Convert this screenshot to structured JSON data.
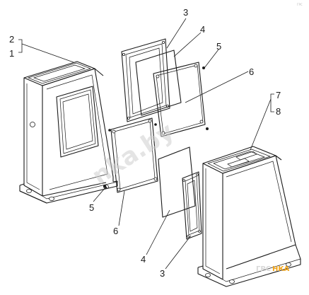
{
  "labels": {
    "l3_top": "3",
    "l4_top": "4",
    "l5_top": "5",
    "l6_top": "6",
    "l2": "2",
    "l1": "1",
    "l7": "7",
    "l8": "8",
    "l5_bottom": "5",
    "l6_bottom": "6",
    "l4_bottom": "4",
    "l3_bottom": "3"
  },
  "watermark": "nka.by",
  "corner_mark": "ГРС",
  "brand": {
    "left": "ГРС",
    "right": "НКА",
    "left_color": "#d9d9d9",
    "right_color": "#f2a51a"
  }
}
